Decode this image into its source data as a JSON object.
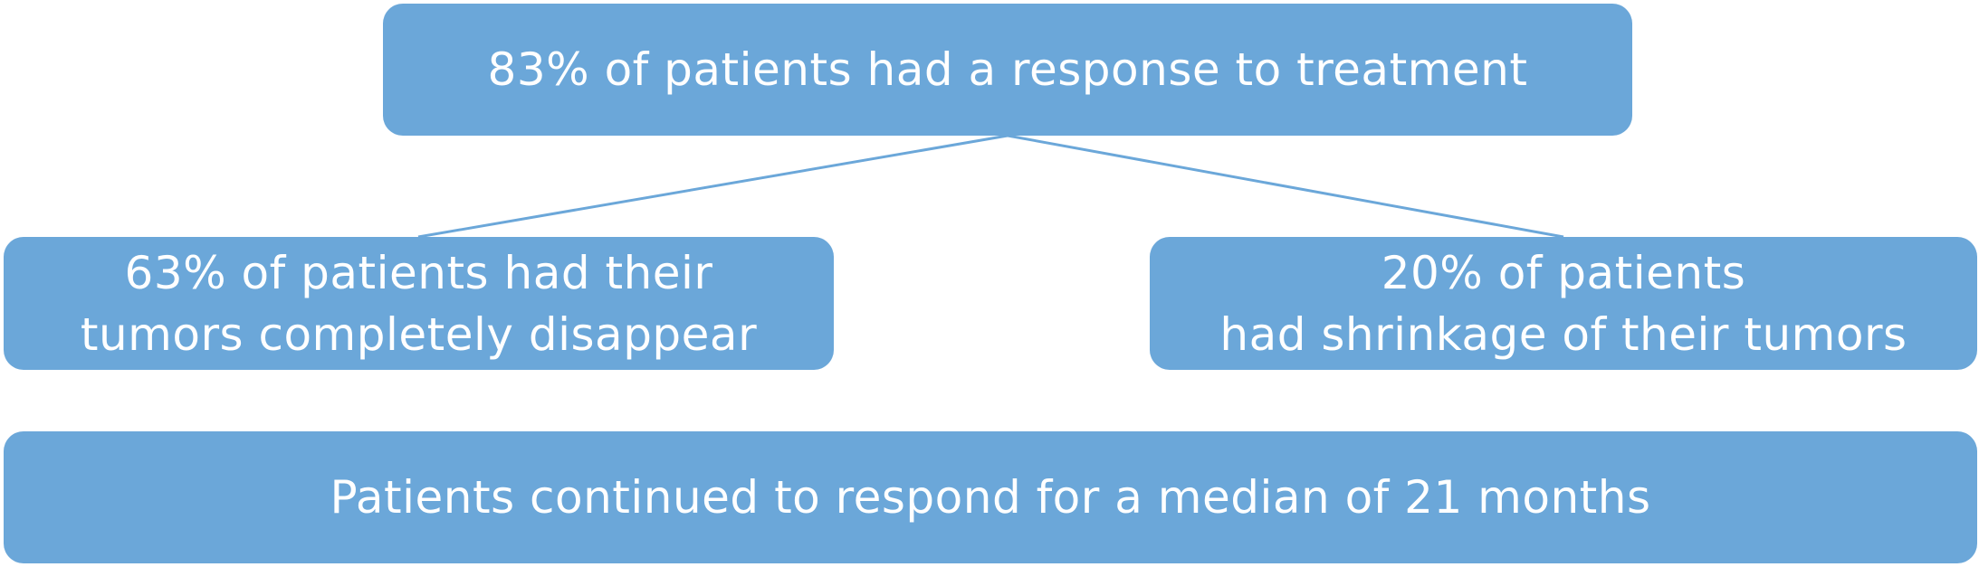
{
  "colors": {
    "box_fill": "#6ba7d9",
    "box_text": "#ffffff",
    "connector": "#6ba7d9",
    "background": "#ffffff"
  },
  "diagram": {
    "top_box": {
      "text": "83% of patients had a response to treatment"
    },
    "left_box": {
      "lines": [
        "63% of patients had their",
        "tumors completely disappear"
      ]
    },
    "right_box": {
      "lines": [
        "20% of patients",
        "had shrinkage of their tumors"
      ]
    },
    "bottom_box": {
      "text": "Patients continued to respond for a median of 21 months"
    }
  }
}
